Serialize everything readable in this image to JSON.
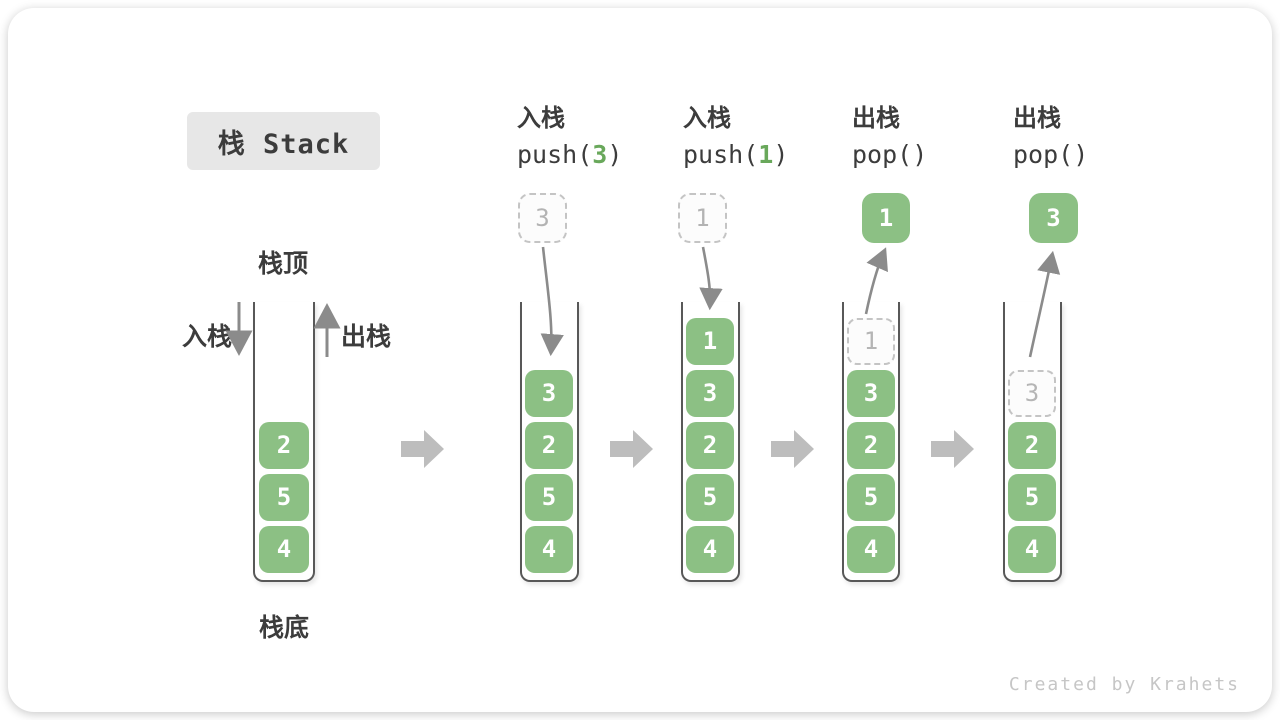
{
  "title": "栈 Stack",
  "side_labels": {
    "stack_top": "栈顶",
    "stack_bottom": "栈底",
    "push": "入栈",
    "pop": "出栈"
  },
  "operations": [
    {
      "label": "入栈",
      "code_pre": "push(",
      "code_arg": "3",
      "code_post": ")"
    },
    {
      "label": "入栈",
      "code_pre": "push(",
      "code_arg": "1",
      "code_post": ")"
    },
    {
      "label": "出栈",
      "code_pre": "pop()",
      "code_arg": "",
      "code_post": ""
    },
    {
      "label": "出栈",
      "code_pre": "pop()",
      "code_arg": "",
      "code_post": ""
    }
  ],
  "floating_items": [
    {
      "col": 2,
      "value": "3",
      "style": "ghost"
    },
    {
      "col": 3,
      "value": "1",
      "style": "ghost"
    },
    {
      "col": 4,
      "value": "1",
      "style": "solid"
    },
    {
      "col": 5,
      "value": "3",
      "style": "solid"
    }
  ],
  "stacks": [
    {
      "col": 1,
      "blocks": [
        {
          "value": "2",
          "row": 2
        },
        {
          "value": "5",
          "row": 3
        },
        {
          "value": "4",
          "row": 4
        }
      ]
    },
    {
      "col": 2,
      "blocks": [
        {
          "value": "3",
          "row": 1
        },
        {
          "value": "2",
          "row": 2
        },
        {
          "value": "5",
          "row": 3
        },
        {
          "value": "4",
          "row": 4
        }
      ]
    },
    {
      "col": 3,
      "blocks": [
        {
          "value": "1",
          "row": 0
        },
        {
          "value": "3",
          "row": 1
        },
        {
          "value": "2",
          "row": 2
        },
        {
          "value": "5",
          "row": 3
        },
        {
          "value": "4",
          "row": 4
        }
      ]
    },
    {
      "col": 4,
      "blocks": [
        {
          "value": "1",
          "row": 0,
          "ghost": true
        },
        {
          "value": "3",
          "row": 1
        },
        {
          "value": "2",
          "row": 2
        },
        {
          "value": "5",
          "row": 3
        },
        {
          "value": "4",
          "row": 4
        }
      ]
    },
    {
      "col": 5,
      "blocks": [
        {
          "value": "3",
          "row": 1,
          "ghost": true
        },
        {
          "value": "2",
          "row": 2
        },
        {
          "value": "5",
          "row": 3
        },
        {
          "value": "4",
          "row": 4
        }
      ]
    }
  ],
  "watermark": "Created by Krahets",
  "colors": {
    "block_green": "#8CC084",
    "code_arg_green": "#69A85B",
    "curve_arrow_gray": "#8b8b8b",
    "flow_arrow_gray": "#bdbdbd",
    "ghost_border": "#c4c4c4",
    "ghost_text": "#b5b5b5",
    "title_bg": "#e7e7e7",
    "text_dark": "#3c3c3c",
    "container_wall": "#585858",
    "watermark_gray": "#c6c6c6"
  }
}
